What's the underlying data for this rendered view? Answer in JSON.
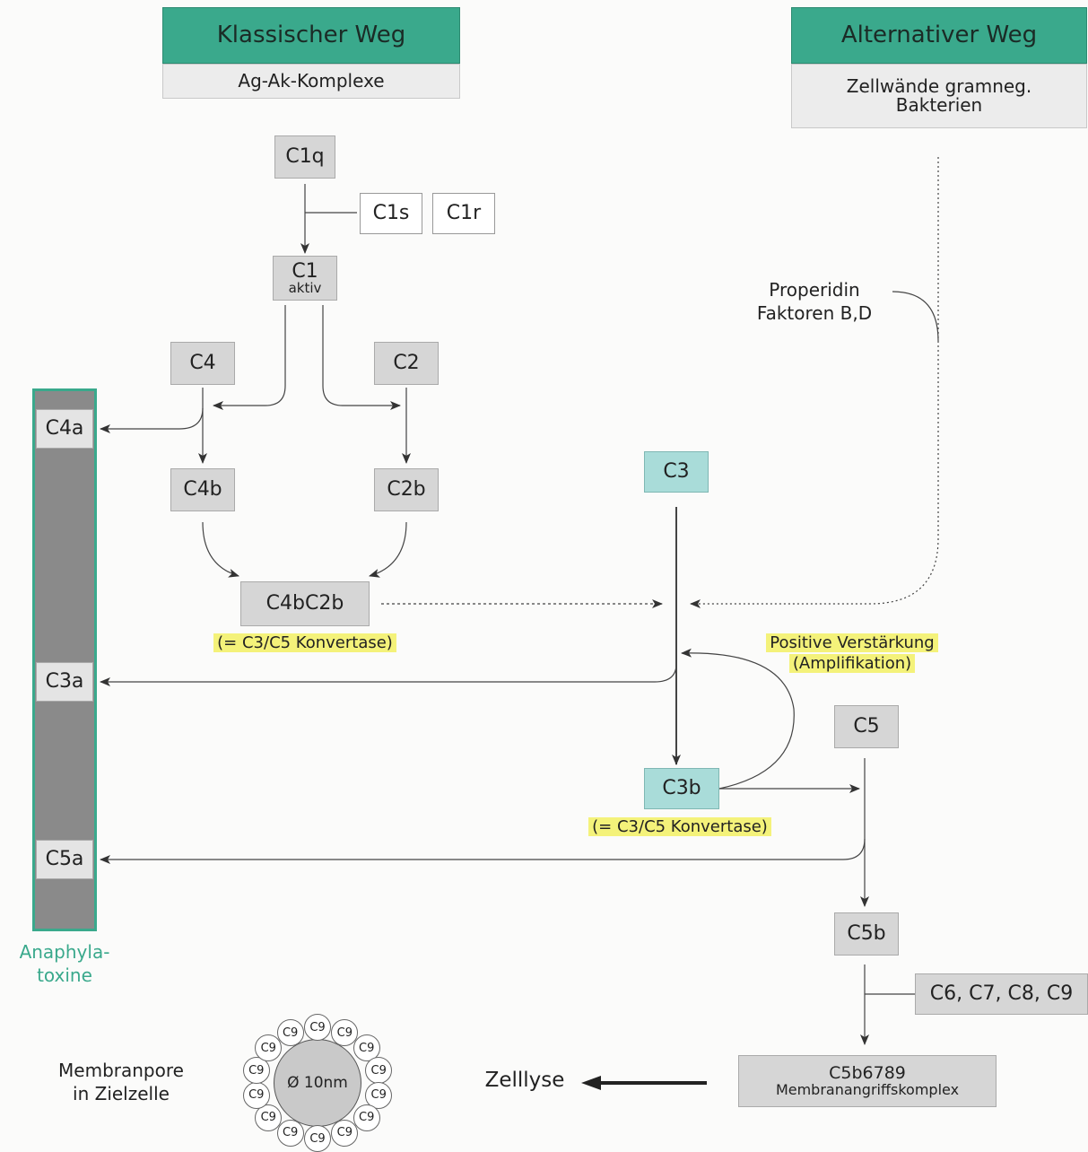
{
  "headers": {
    "classic_title": "Klassischer Weg",
    "classic_sub": "Ag-Ak-Komplexe",
    "alternative_title": "Alternativer Weg",
    "alternative_sub_line1": "Zellwände gramneg.",
    "alternative_sub_line2": "Bakterien"
  },
  "nodes": {
    "c1q": "C1q",
    "c1s": "C1s",
    "c1r": "C1r",
    "c1": "C1",
    "c1_sub": "aktiv",
    "c4": "C4",
    "c2": "C2",
    "c4b": "C4b",
    "c2b": "C2b",
    "c4bc2b": "C4bC2b",
    "c3": "C3",
    "c3b": "C3b",
    "c5": "C5",
    "c5b": "C5b",
    "c6789": "C6, C7, C8, C9",
    "mac_title": "C5b6789",
    "mac_sub": "Membranangriffskomplex"
  },
  "anaphylatoxins": {
    "c4a": "C4a",
    "c3a": "C3a",
    "c5a": "C5a",
    "label_line1": "Anaphyla-",
    "label_line2": "toxine"
  },
  "labels": {
    "properidin_line1": "Properidin",
    "properidin_line2": "Faktoren B,D",
    "convertase_1": "(= C3/C5 Konvertase)",
    "convertase_2": "(= C3/C5 Konvertase)",
    "amplification_line1": "Positive Verstärkung",
    "amplification_line2": "(Amplifikation)",
    "membranpore_line1": "Membranpore",
    "membranpore_line2": "in Zielzelle",
    "zelllyse": "Zelllyse",
    "pore_center": "Ø 10nm",
    "pore_unit": "C9"
  },
  "colors": {
    "header_green": "#3aa98c",
    "teal_box": "#a9dcd9",
    "highlight": "#f4f27a",
    "anaphylatoxin_bar": "#8a8a8a"
  }
}
